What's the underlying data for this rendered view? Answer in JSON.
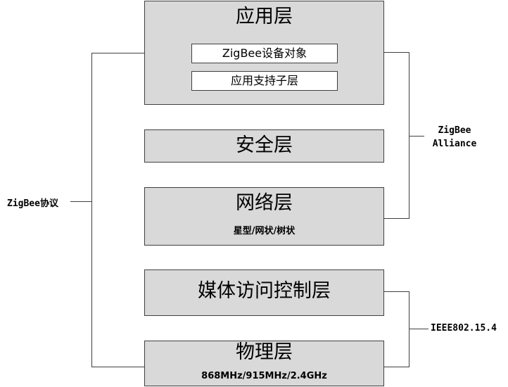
{
  "layers": {
    "application": {
      "title": "应用层",
      "sub_boxes": [
        "ZigBee设备对象",
        "应用支持子层"
      ]
    },
    "security": {
      "title": "安全层"
    },
    "network": {
      "title": "网络层",
      "subtitle": "星型/网状/树状"
    },
    "mac": {
      "title": "媒体访问控制层"
    },
    "physical": {
      "title": "物理层",
      "subtitle": "868MHz/915MHz/2.4GHz"
    }
  },
  "labels": {
    "zigbee_protocol": "ZigBee协议",
    "zigbee_alliance_line1": "ZigBee",
    "zigbee_alliance_line2": "Alliance",
    "ieee": "IEEE802.15.4"
  }
}
